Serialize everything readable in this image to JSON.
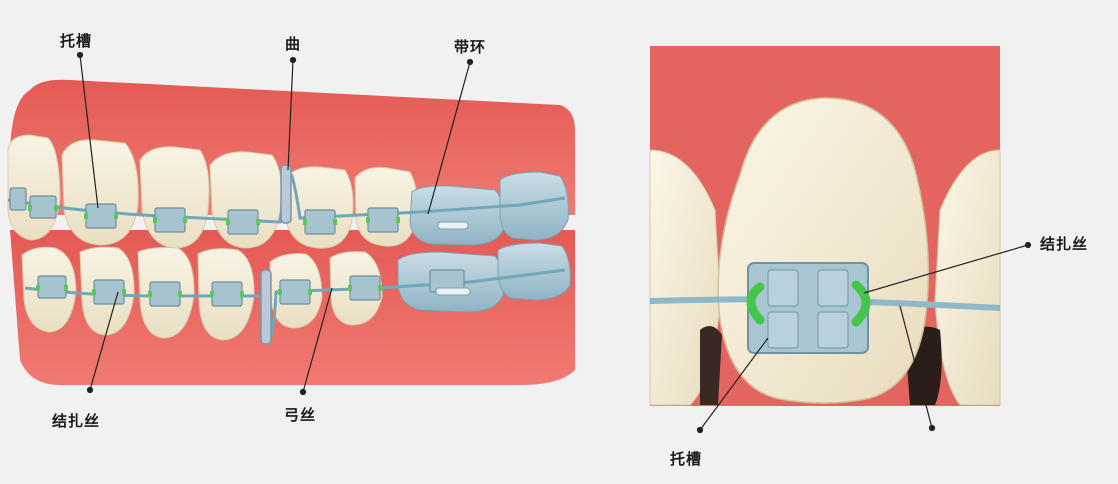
{
  "labels": {
    "left_bracket": "托槽",
    "loop": "曲",
    "band": "带环",
    "left_ligature": "结扎丝",
    "archwire": "弓丝",
    "right_ligature": "结扎丝",
    "right_bracket": "托槽"
  },
  "colors": {
    "background": "#f1f1f1",
    "gum": "#e8645e",
    "tooth": "#f6efdc",
    "bracket": "#a8c4d0",
    "wire": "#8fb6c4",
    "ligature": "#56c857"
  }
}
